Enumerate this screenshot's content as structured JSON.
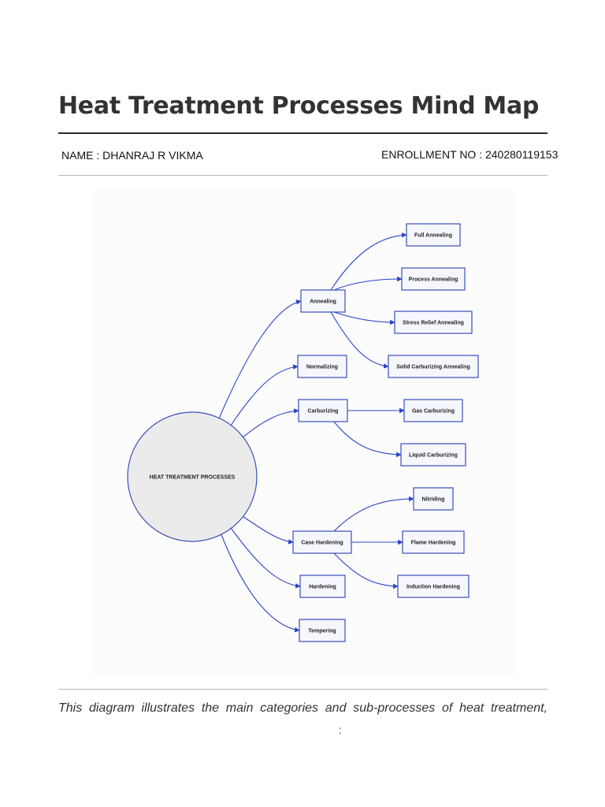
{
  "page": {
    "title": "Heat Treatment Processes Mind Map",
    "name_line": "NAME : DHANRAJ  R  VIKMA",
    "enrollment_line": "ENROLLMENT NO : 240280119153",
    "caption": "This diagram illustrates the main categories and sub-processes of heat treatment,",
    "caption_fragment": ":"
  },
  "diagram": {
    "colors": {
      "edge": "#2c43c7",
      "node_border": "#3a4fb8",
      "node_fill": "#f6f7fc",
      "root_fill": "#ebebeb"
    },
    "root": {
      "label": "HEAT TREATMENT PROCESSES"
    },
    "branches": [
      {
        "label": "Annealing",
        "children": [
          "Full Annealing",
          "Process Annealing",
          "Stress Relief Annealing",
          "Solid Carburizing Annealing"
        ]
      },
      {
        "label": "Normalizing",
        "children": []
      },
      {
        "label": "Carburizing",
        "children": [
          "Gas Carburizing",
          "Liquid Carburizing"
        ]
      },
      {
        "label": "Case Hardening",
        "children": [
          "Nitriding",
          "Flame Hardening",
          "Induction Hardening"
        ]
      },
      {
        "label": "Hardening",
        "children": []
      },
      {
        "label": "Tempering",
        "children": []
      }
    ]
  }
}
